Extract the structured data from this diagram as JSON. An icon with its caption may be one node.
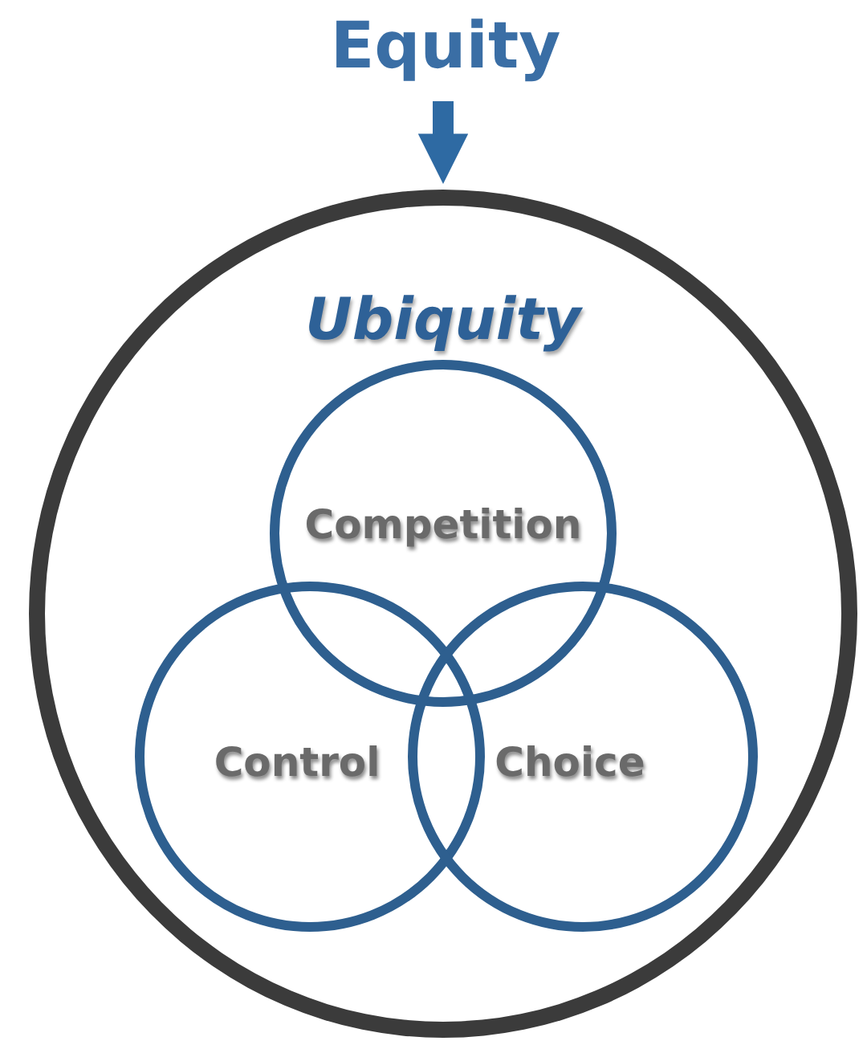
{
  "diagram": {
    "nodes": [
      {
        "text": [
          "Equity"
        ]
      },
      {
        "text": [
          "Ubiquity"
        ]
      },
      {
        "text": [
          "Competition"
        ],
        "in": 1
      },
      {
        "text": [
          "Control"
        ],
        "in": 1
      },
      {
        "text": [
          "Choice"
        ],
        "in": 1
      }
    ],
    "edges": [
      {
        "from": 0,
        "to": 1,
        "arrow": "to"
      }
    ]
  }
}
